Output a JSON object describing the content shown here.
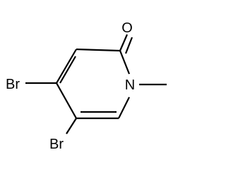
{
  "molecule": {
    "atoms": {
      "oxygen": "O",
      "nitrogen": "N",
      "bromine_top": "Br",
      "bromine_bottom": "Br"
    }
  }
}
